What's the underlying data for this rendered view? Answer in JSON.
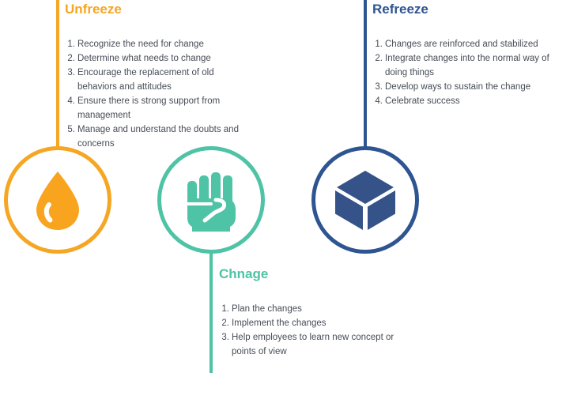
{
  "diagram": {
    "type": "lewin-change-management-model",
    "colors": {
      "unfreeze": "#F5A623",
      "change": "#4EC3A5",
      "refreeze": "#2E5591",
      "body_text": "#474c57",
      "background": "#ffffff"
    },
    "stages": [
      {
        "id": "unfreeze",
        "title": "Unfreeze",
        "color": "#F5A623",
        "icon": "water-droplet-icon",
        "position": "top-left",
        "items": [
          {
            "num": "1.",
            "text": "Recognize the need for change"
          },
          {
            "num": "2.",
            "text": "Determine what needs to change"
          },
          {
            "num": "3.",
            "text": "Encourage the replacement of old behaviors and attitudes"
          },
          {
            "num": "4.",
            "text": "Ensure there is strong support from management"
          },
          {
            "num": "5.",
            "text": "Manage and understand the doubts and concerns"
          }
        ]
      },
      {
        "id": "change",
        "title": "Chnage",
        "color": "#4EC3A5",
        "icon": "raised-fist-icon",
        "position": "bottom-center",
        "items": [
          {
            "num": "1.",
            "text": "Plan the changes"
          },
          {
            "num": "2.",
            "text": "Implement the changes"
          },
          {
            "num": "3.",
            "text": "Help employees to learn new concept or points of view"
          }
        ]
      },
      {
        "id": "refreeze",
        "title": "Refreeze",
        "color": "#2E5591",
        "icon": "cube-box-icon",
        "position": "top-right",
        "items": [
          {
            "num": "1.",
            "text": "Changes are reinforced and stabilized"
          },
          {
            "num": "2.",
            "text": "Integrate changes into the normal way of doing things"
          },
          {
            "num": "3.",
            "text": "Develop ways to sustain the change"
          },
          {
            "num": "4.",
            "text": "Celebrate success"
          }
        ]
      }
    ]
  }
}
